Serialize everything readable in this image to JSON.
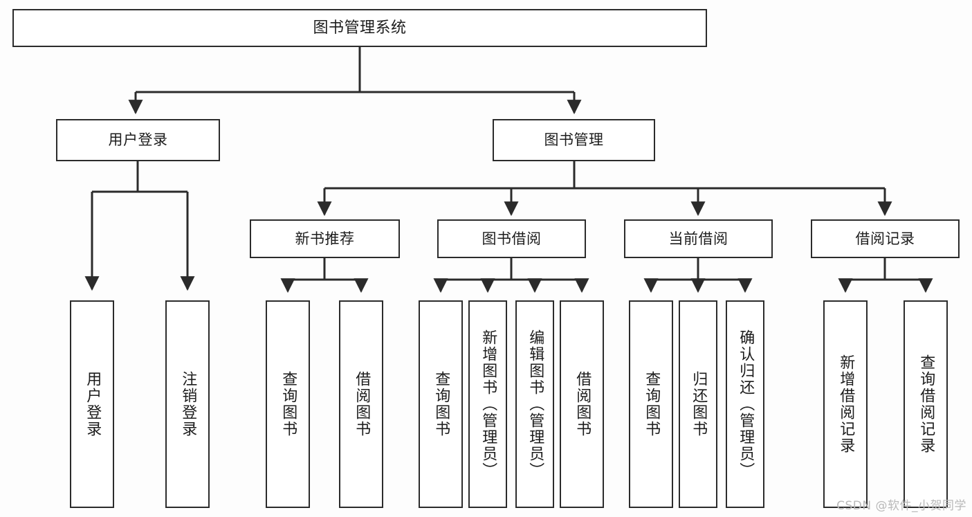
{
  "diagram": {
    "type": "tree-hierarchy",
    "title": "图书管理系统",
    "watermark": "CSDN @软件_小贺同学",
    "colors": {
      "background": "#fdfdfd",
      "node_fill": "#ffffff",
      "stroke": "#2b2b2b",
      "text": "#1c1c1c",
      "watermark": "#b9b9b9"
    },
    "nodes": {
      "root": {
        "label": "图书管理系统"
      },
      "level1": [
        {
          "label": "用户登录"
        },
        {
          "label": "图书管理"
        }
      ],
      "level2": [
        {
          "label": "新书推荐"
        },
        {
          "label": "图书借阅"
        },
        {
          "label": "当前借阅"
        },
        {
          "label": "借阅记录"
        }
      ],
      "leaves": [
        {
          "label": "用户登录"
        },
        {
          "label": "注销登录"
        },
        {
          "label": "查询图书"
        },
        {
          "label": "借阅图书"
        },
        {
          "label": "查询图书"
        },
        {
          "label": "新增图书（管理员）"
        },
        {
          "label": "编辑图书（管理员）"
        },
        {
          "label": "借阅图书"
        },
        {
          "label": "查询图书"
        },
        {
          "label": "归还图书"
        },
        {
          "label": "确认归还（管理员）"
        },
        {
          "label": "新增借阅记录"
        },
        {
          "label": "查询借阅记录"
        }
      ]
    }
  }
}
